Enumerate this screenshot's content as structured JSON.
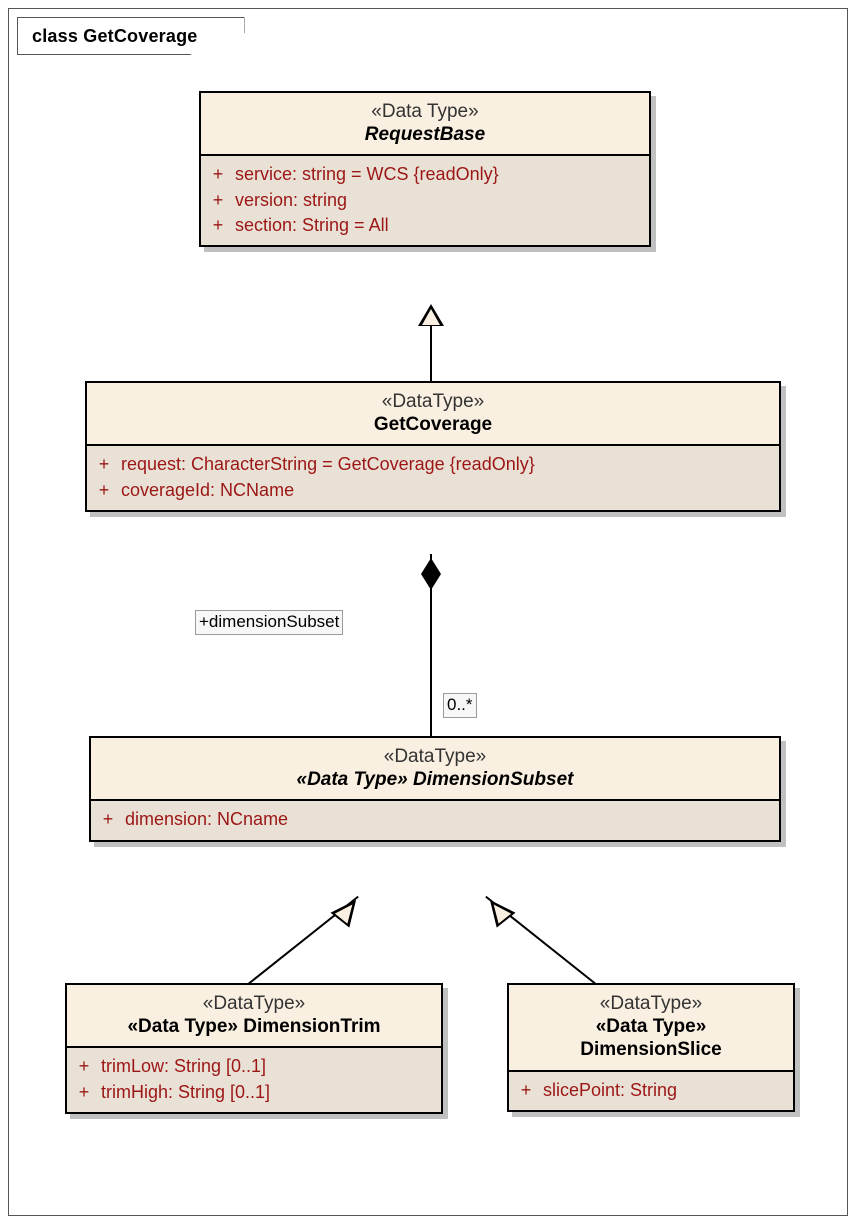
{
  "frame": {
    "label": "class GetCoverage"
  },
  "colors": {
    "class_header_fill": "#faf0e1",
    "class_attr_fill": "#e9e1d5",
    "class_border": "#000000",
    "attribute_text": "#9c1616",
    "stereotype_text": "#333333",
    "shadow": "#c0c0c0",
    "frame_border": "#555555"
  },
  "classes": [
    {
      "id": "request-base",
      "stereotype": "«Data Type»",
      "name": "RequestBase",
      "name_italic": true,
      "attributes": [
        {
          "visibility": "+",
          "text": "service:  string = WCS {readOnly}"
        },
        {
          "visibility": "+",
          "text": "version:  string"
        },
        {
          "visibility": "+",
          "text": "section:  String = All"
        }
      ]
    },
    {
      "id": "get-coverage",
      "stereotype": "«DataType»",
      "name": "GetCoverage",
      "name_italic": false,
      "attributes": [
        {
          "visibility": "+",
          "text": "request:  CharacterString = GetCoverage {readOnly}"
        },
        {
          "visibility": "+",
          "text": "coverageId:  NCName"
        }
      ]
    },
    {
      "id": "dimension-subset",
      "stereotype": "«DataType»",
      "name": "«Data Type» DimensionSubset",
      "name_italic": true,
      "attributes": [
        {
          "visibility": "+",
          "text": "dimension:  NCname"
        }
      ]
    },
    {
      "id": "dimension-trim",
      "stereotype": "«DataType»",
      "name": "«Data Type» DimensionTrim",
      "name_italic": false,
      "attributes": [
        {
          "visibility": "+",
          "text": "trimLow:  String [0..1]"
        },
        {
          "visibility": "+",
          "text": "trimHigh:  String [0..1]"
        }
      ]
    },
    {
      "id": "dimension-slice",
      "stereotype": "«DataType»",
      "name": "«Data Type»\nDimensionSlice",
      "name_italic": false,
      "attributes": [
        {
          "visibility": "+",
          "text": "slicePoint:  String"
        }
      ]
    }
  ],
  "connectors": {
    "generalization_to_request_base": {
      "type": "generalization",
      "source": "GetCoverage",
      "target": "RequestBase"
    },
    "composition_dimension_subset": {
      "type": "composition",
      "source": "GetCoverage",
      "target": "DimensionSubset",
      "role_label": "+dimensionSubset",
      "multiplicity": "0..*"
    },
    "generalization_trim": {
      "type": "generalization",
      "source": "DimensionTrim",
      "target": "DimensionSubset"
    },
    "generalization_slice": {
      "type": "generalization",
      "source": "DimensionSlice",
      "target": "DimensionSubset"
    }
  }
}
